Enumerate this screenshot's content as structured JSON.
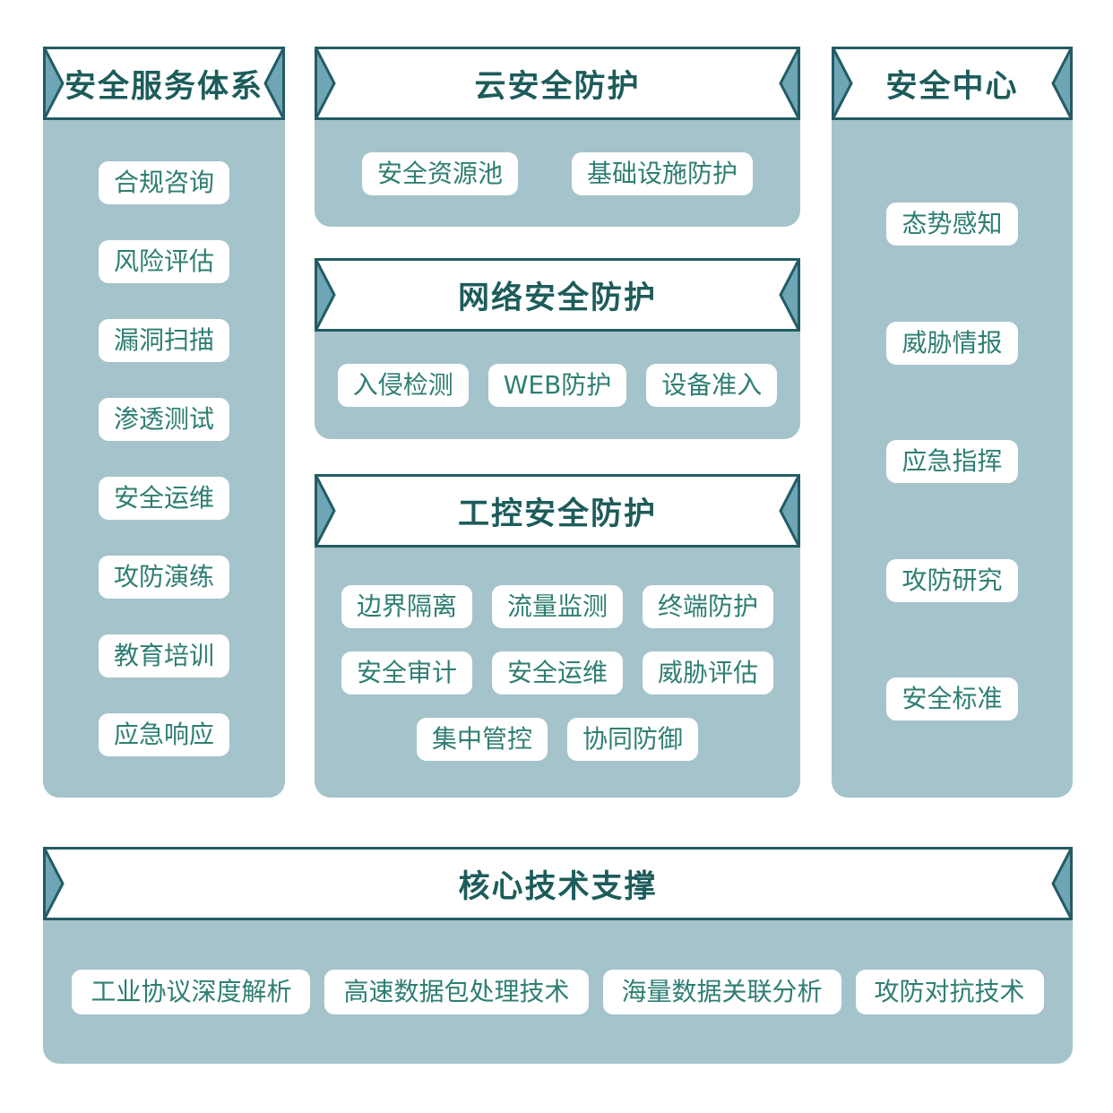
{
  "colors": {
    "border_dark": "#235c64",
    "header_text": "#1d5c5b",
    "ribbon_notch": "#6fa6b5",
    "panel_body": "#a5c3ca",
    "chip_bg": "#ffffff",
    "chip_text": "#2e7e73",
    "page_bg": "#ffffff"
  },
  "panels": {
    "security_services": {
      "title": "安全服务体系",
      "items": [
        "合规咨询",
        "风险评估",
        "漏洞扫描",
        "渗透测试",
        "安全运维",
        "攻防演练",
        "教育培训",
        "应急响应"
      ]
    },
    "cloud_security": {
      "title": "云安全防护",
      "items": [
        "安全资源池",
        "基础设施防护"
      ]
    },
    "network_security": {
      "title": "网络安全防护",
      "items": [
        "入侵检测",
        "WEB防护",
        "设备准入"
      ]
    },
    "ics_security": {
      "title": "工控安全防护",
      "rows": [
        [
          "边界隔离",
          "流量监测",
          "终端防护"
        ],
        [
          "安全审计",
          "安全运维",
          "威胁评估"
        ],
        [
          "集中管控",
          "协同防御"
        ]
      ]
    },
    "security_center": {
      "title": "安全中心",
      "items": [
        "态势感知",
        "威胁情报",
        "应急指挥",
        "攻防研究",
        "安全标准"
      ]
    },
    "core_tech": {
      "title": "核心技术支撑",
      "items": [
        "工业协议深度解析",
        "高速数据包处理技术",
        "海量数据关联分析",
        "攻防对抗技术"
      ]
    }
  }
}
